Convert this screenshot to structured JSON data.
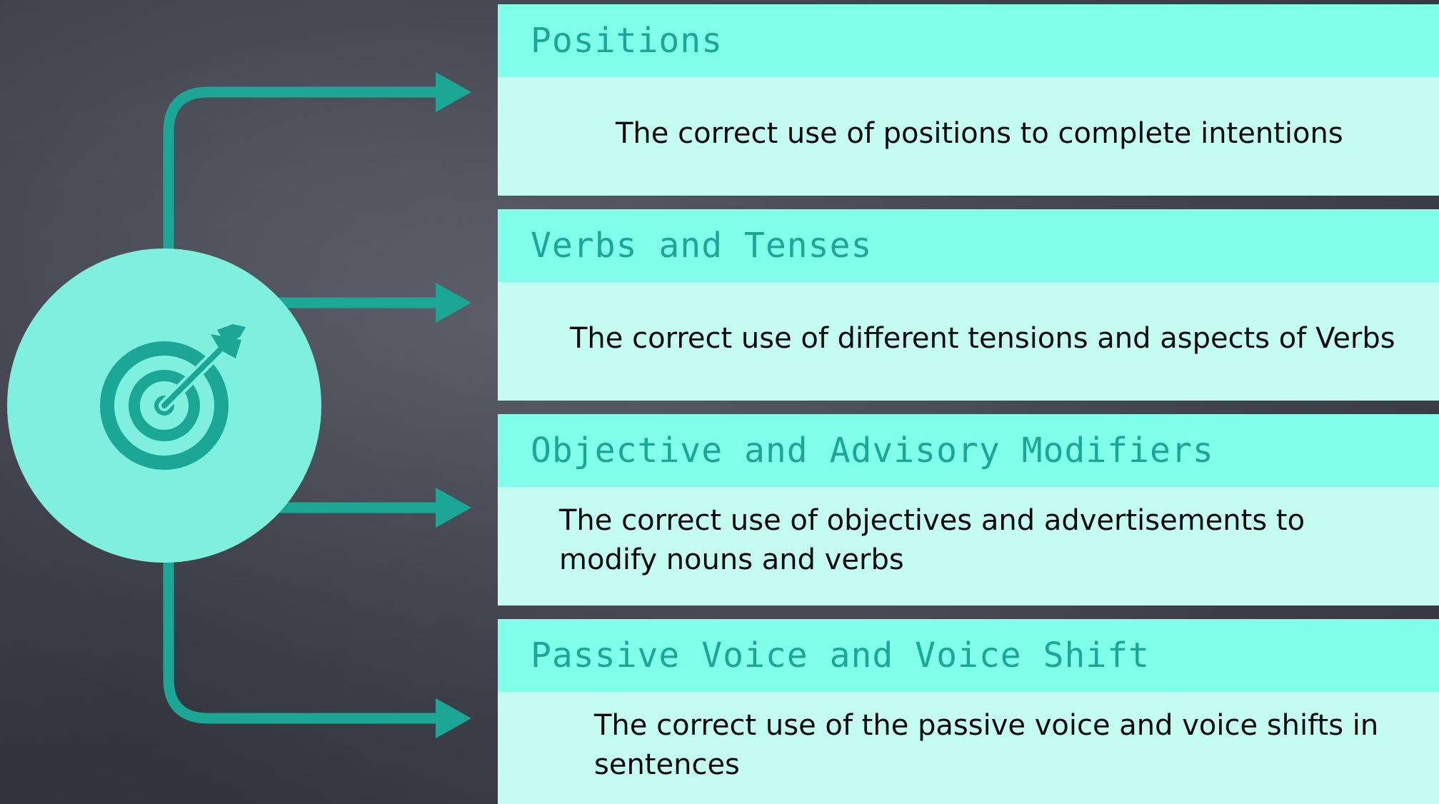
{
  "colors": {
    "accent": "#1ba696",
    "hub": "#7ff0dd",
    "header": "#80ffeb",
    "body": "#c4fcf2",
    "text": "#0a0a0a",
    "background": "#3f414c"
  },
  "hub": {
    "icon": "target-icon"
  },
  "items": [
    {
      "title": "Positions",
      "description": "The correct use of positions to complete intentions"
    },
    {
      "title": "Verbs and Tenses",
      "description": "The correct use of different tensions and aspects of Verbs"
    },
    {
      "title": "Objective and Advisory Modifiers",
      "description": "The correct use of objectives and advertisements to modify nouns and verbs"
    },
    {
      "title": "Passive Voice and Voice Shift",
      "description": "The correct use of the passive voice and voice shifts in sentences"
    }
  ]
}
